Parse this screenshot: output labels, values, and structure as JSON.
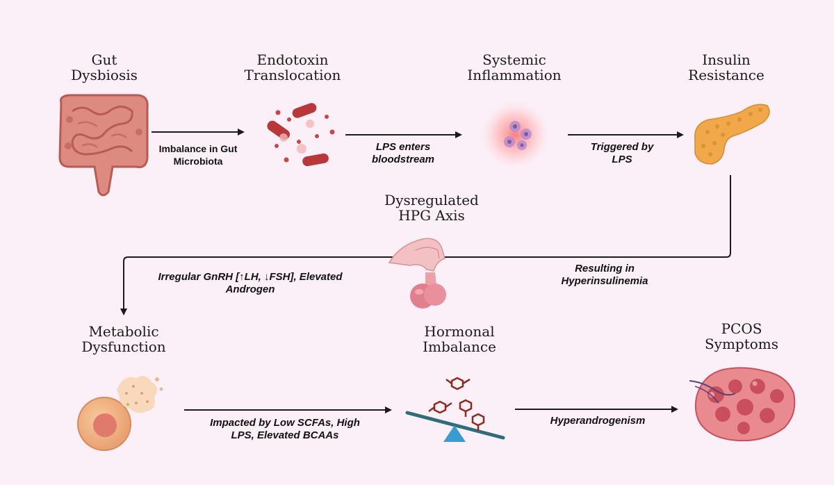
{
  "titles": {
    "gut": "Gut\nDysbiosis",
    "endotoxin": "Endotoxin\nTranslocation",
    "systemic": "Systemic\nInflammation",
    "insulin": "Insulin\nResistance",
    "hpg": "Dysregulated\nHPG Axis",
    "metabolic": "Metabolic\nDysfunction",
    "hormonal": "Hormonal\nImbalance",
    "pcos": "PCOS\nSymptoms"
  },
  "labels": {
    "imbalance": "Imbalance in Gut\nMicrobiota",
    "lps_enters": "LPS enters\nbloodstream",
    "triggered": "Triggered by\nLPS",
    "resulting": "Resulting in\nHyperinsulinemia",
    "gnrh": "Irregular GnRH [↑LH, ↓FSH], Elevated\nAndrogen",
    "impacted": "Impacted by Low SCFAs, High\nLPS, Elevated BCAAs",
    "hyperandrogenism": "Hyperandrogenism"
  },
  "icons": {
    "gut": "intestine-icon",
    "endotoxin": "bacteria-icon",
    "systemic": "inflammation-cells-icon",
    "insulin": "pancreas-icon",
    "hpg": "pituitary-icon",
    "metabolic": "damaged-cell-icon",
    "hormonal": "hormone-seesaw-icon",
    "pcos": "polycystic-ovary-icon"
  },
  "colors": {
    "background": "#fbf0f8",
    "arrow": "#1a1a1a",
    "tissue": "#d97b74",
    "bacteria": "#b8373a",
    "inflammation": "#ff8a8a",
    "pancreas": "#f0a84a",
    "cell": "#f4b98a",
    "seesaw": "#2f6d7a",
    "hormone": "#8b2b1e",
    "ovary": "#c94f5c"
  }
}
